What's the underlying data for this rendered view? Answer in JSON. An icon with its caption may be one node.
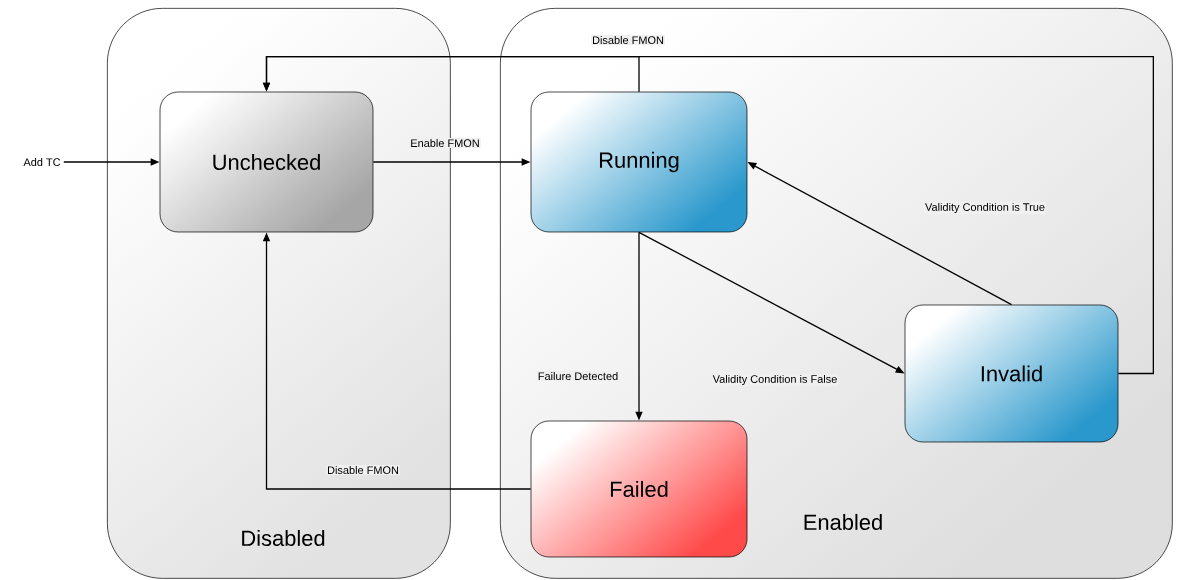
{
  "diagram": {
    "nodes": [
      {
        "text": [
          "Disabled"
        ]
      },
      {
        "text": [
          "Unchecked"
        ],
        "in": 0
      },
      {
        "text": [
          "Enabled"
        ]
      },
      {
        "text": [
          "Running"
        ],
        "in": 2
      },
      {
        "text": [
          "Invalid"
        ],
        "in": 2
      },
      {
        "text": [
          "Failed"
        ],
        "in": 2
      },
      {
        "text": [
          "Add TC"
        ]
      }
    ],
    "edges": [
      {
        "from": 6,
        "to": 1,
        "arrow": "to"
      },
      {
        "from": 1,
        "to": 3,
        "label": "Enable FMON",
        "arrow": "to"
      },
      {
        "from": 3,
        "to": 1,
        "label": "Disable FMON",
        "arrow": "to"
      },
      {
        "from": 4,
        "to": 1,
        "arrow": "to"
      },
      {
        "from": 4,
        "to": 3,
        "label": "Validity Condition is True",
        "arrow": "to"
      },
      {
        "from": 3,
        "to": 4,
        "label": "Validity Condition is False",
        "arrow": "to"
      },
      {
        "from": 3,
        "to": 5,
        "label": "Failure Detected",
        "arrow": "to"
      },
      {
        "from": 5,
        "to": 1,
        "label": "Disable FMON",
        "arrow": "to"
      }
    ]
  }
}
